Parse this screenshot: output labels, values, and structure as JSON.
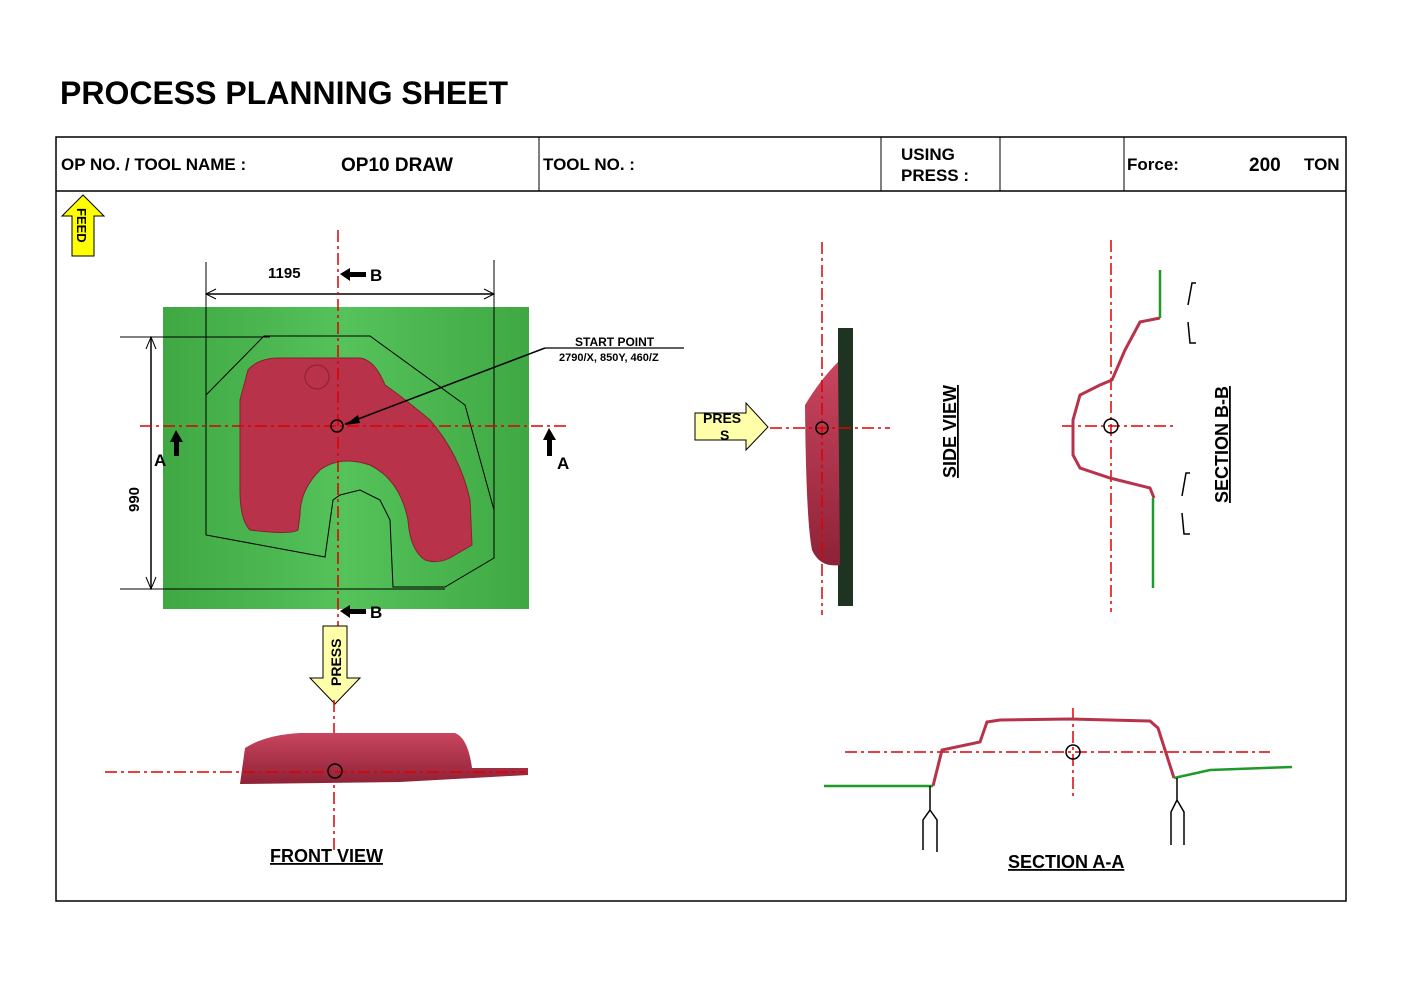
{
  "title": "PROCESS  PLANNING  SHEET",
  "header": {
    "op_label": "OP NO. / TOOL NAME :",
    "op_value": "OP10 DRAW",
    "tool_label": "TOOL NO. :",
    "tool_value": "",
    "press_label_line1": "USING",
    "press_label_line2": "PRESS :",
    "press_value": "",
    "force_label": "Force:",
    "force_value": "200",
    "force_unit": "TON"
  },
  "top_view": {
    "feed_label": "FEED",
    "width_dim": "1195",
    "height_dim": "990",
    "section_b": "B",
    "section_a": "A",
    "start_point_label": "START POINT",
    "start_point_coords": "2790/X, 850Y, 460/Z"
  },
  "press_arrow_label": "PRESS",
  "side_press_arrow": {
    "line1": "PRES",
    "line2": "S"
  },
  "views": {
    "side": "SIDE  VIEW",
    "section_bb": "SECTION B-B",
    "front": "FRONT VIEW",
    "section_aa": "SECTION A-A"
  },
  "colors": {
    "blank": "#45ad48",
    "part": "#b8324a",
    "centerline": "#e00000",
    "arrow": "#ffff00"
  }
}
